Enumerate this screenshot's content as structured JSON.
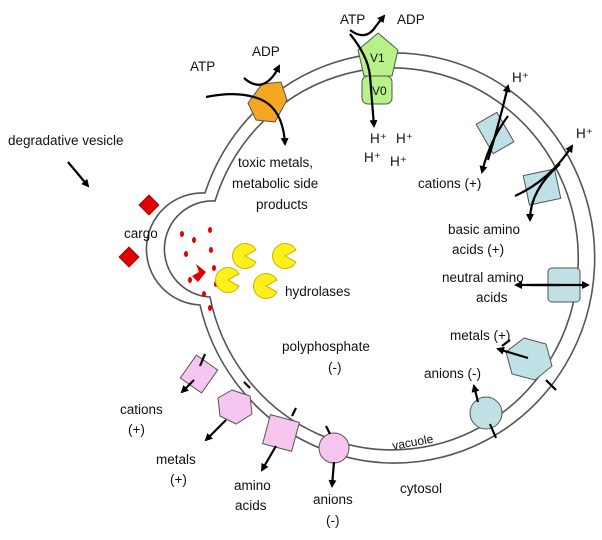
{
  "labels": {
    "degradative_vesicle": "degradative vesicle",
    "cargo": "cargo",
    "hydrolases": "hydrolases",
    "polyphosphate": "polyphosphate",
    "polyphosphate_charge": "(-)",
    "vacuole": "vacuole",
    "cytosol": "cytosol",
    "toxic_1": "toxic metals,",
    "toxic_2": "metabolic side",
    "toxic_3": "products",
    "atp_left": "ATP",
    "adp_left": "ADP",
    "atp_top": "ATP",
    "adp_top": "ADP",
    "v1": "V1",
    "v0": "V0",
    "h_plus": "H⁺",
    "cations_right": "cations (+)",
    "basic_1": "basic amino",
    "basic_2": "acids (+)",
    "neutral_1": "neutral amino",
    "neutral_2": "acids",
    "metals_right": "metals (+)",
    "anions_right": "anions (-)",
    "cations_left_1": "cations",
    "cations_left_2": "(+)",
    "metals_left_1": "metals",
    "metals_left_2": "(+)",
    "amino_1": "amino",
    "amino_2": "acids",
    "anions_bottom_1": "anions",
    "anions_bottom_2": "(-)"
  },
  "colors": {
    "atpase_pump": "#f5a623",
    "v_atpase": "#b8f08a",
    "right_transporters": "#bfe0e4",
    "left_transporters": "#f7c6f0",
    "cargo": "#e00000",
    "hydrolase": "#ffef1a",
    "membrane": "#ffffff",
    "outline": "#555555"
  }
}
